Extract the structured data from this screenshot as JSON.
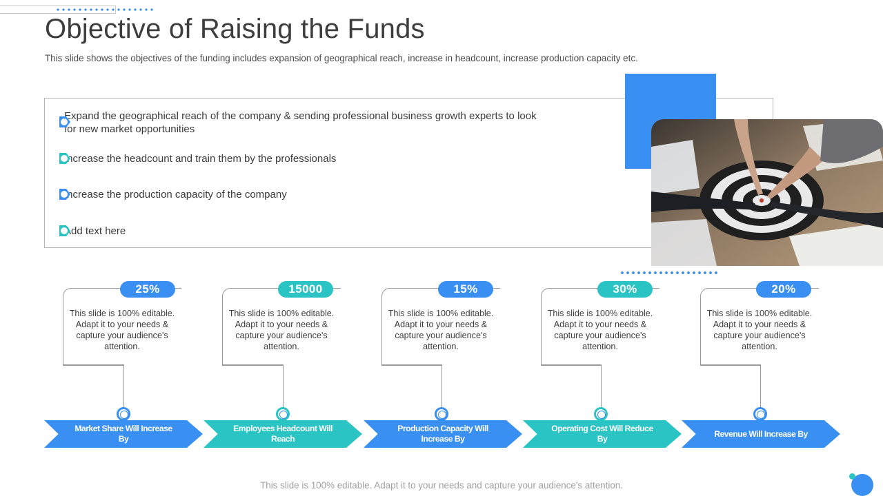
{
  "slide": {
    "title": "Objective of Raising the Funds",
    "subtitle": "This slide shows the objectives of the funding includes expansion of geographical reach, increase in headcount, increase production capacity etc.",
    "footer": "This slide is 100% editable. Adapt it to your needs and capture your audience's attention."
  },
  "objectives": [
    "Expand the geographical reach of the company & sending professional business growth experts to look for new market opportunities",
    "Increase the headcount and train them by the professionals",
    "Increase the production capacity of the company",
    "Add text here"
  ],
  "metrics": [
    {
      "value": "25%",
      "description": "This slide is 100% editable. Adapt it to your needs & capture your audience's attention.",
      "label": "Market Share Will Increase By",
      "color": "#3a8ff2"
    },
    {
      "value": "15000",
      "description": "This slide is 100% editable. Adapt it to your needs & capture your audience's attention.",
      "label": "Employees Headcount Will Reach",
      "color": "#2bc4c4"
    },
    {
      "value": "15%",
      "description": "This slide is 100% editable. Adapt it to your needs & capture your audience's attention.",
      "label": "Production Capacity Will Increase By",
      "color": "#3a8ff2"
    },
    {
      "value": "30%",
      "description": "This slide is 100% editable. Adapt it to your needs & capture your audience's attention.",
      "label": "Operating Cost Will Reduce By",
      "color": "#2bc4c4"
    },
    {
      "value": "20%",
      "description": "This slide is 100% editable. Adapt it to your needs & capture your audience's attention.",
      "label": "Revenue Will Increase By",
      "color": "#3a8ff2"
    }
  ],
  "colors": {
    "blue": "#3a8ff2",
    "teal": "#2bc4c4"
  },
  "icons": {
    "objective_marker": "chevron-right-marker-icon",
    "timeline_marker": "target-ring-icon"
  }
}
